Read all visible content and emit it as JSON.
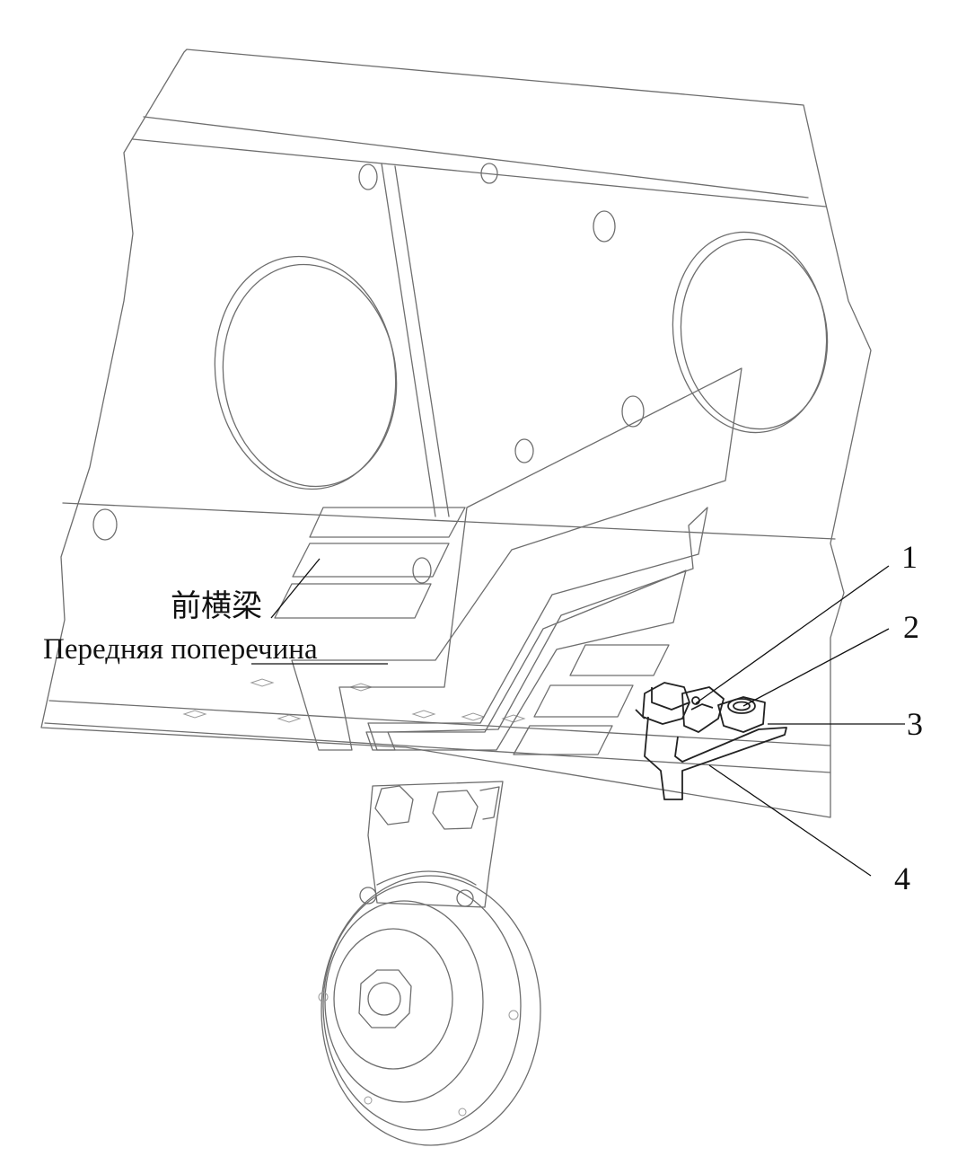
{
  "labels": {
    "part_chinese": "前横梁",
    "part_russian": "Передняя поперечина",
    "callout_1": "1",
    "callout_2": "2",
    "callout_3": "3",
    "callout_4": "4"
  }
}
